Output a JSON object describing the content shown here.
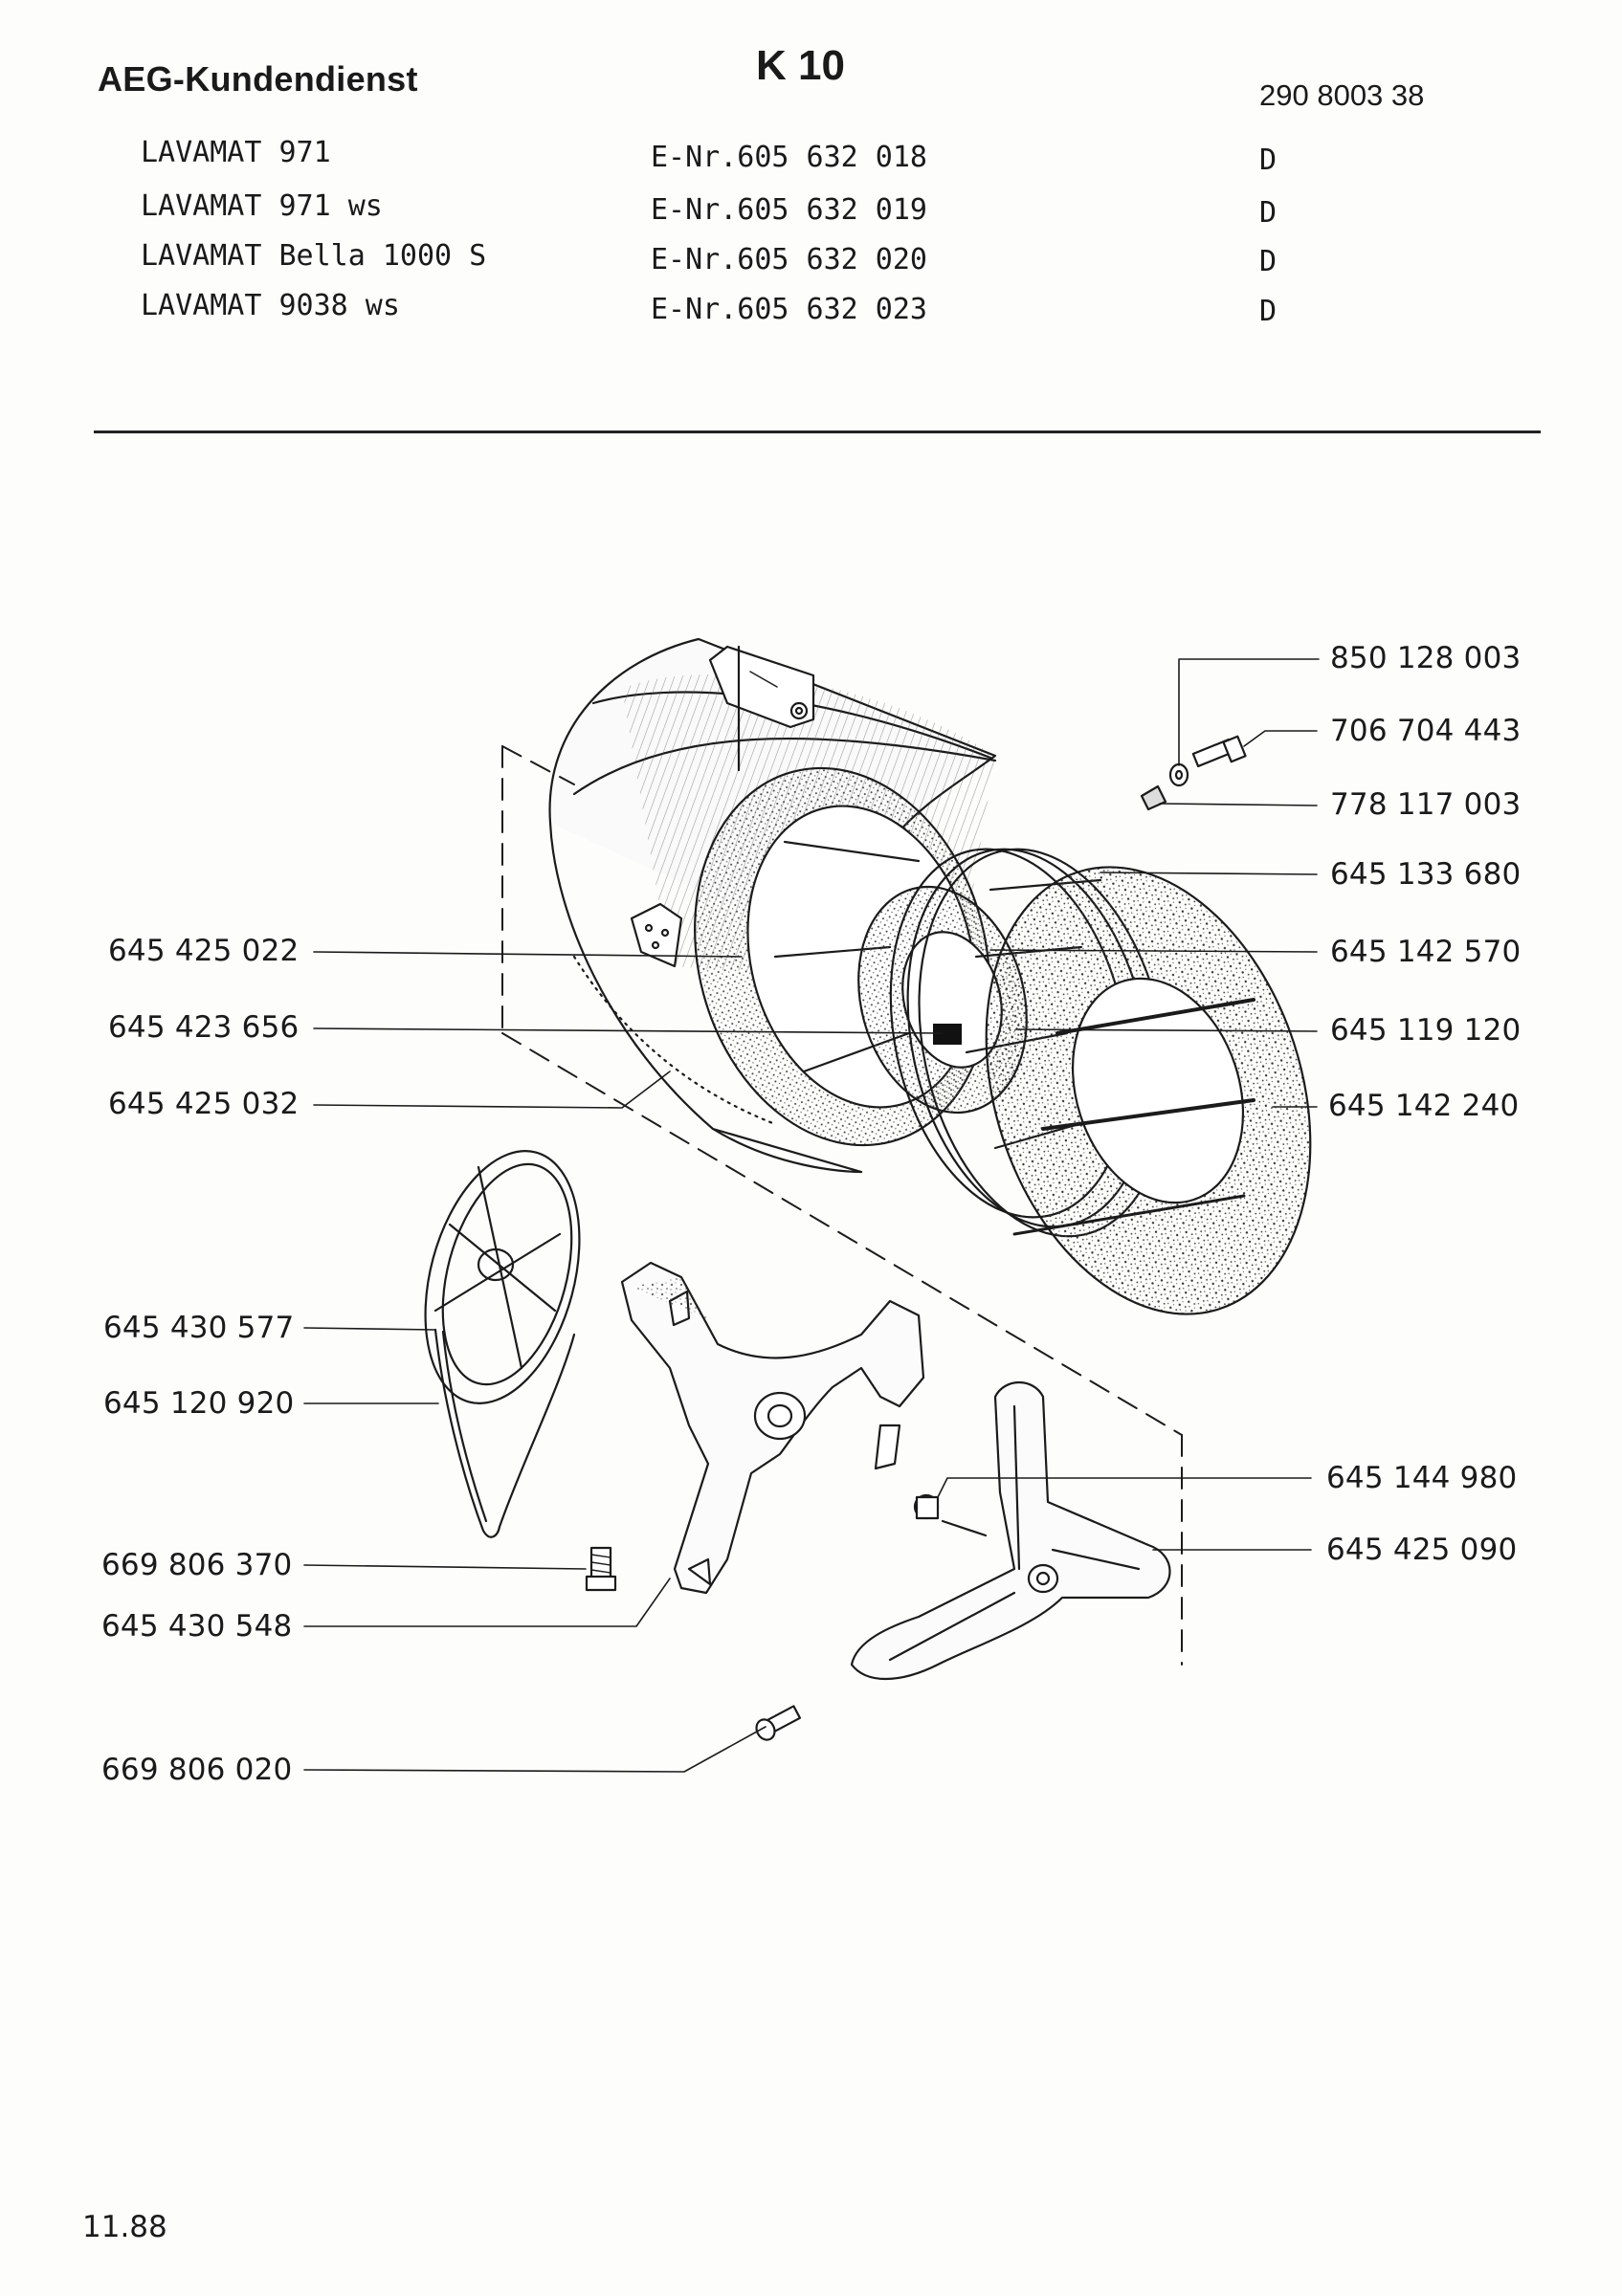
{
  "header": {
    "brand": "AEG-Kundendienst",
    "sheet": "K 10",
    "doc_number": "290 8003 38"
  },
  "models": [
    {
      "name": "LAVAMAT 971",
      "enr": "E-Nr.605 632 018",
      "code": "D"
    },
    {
      "name": "LAVAMAT 971 ws",
      "enr": "E-Nr.605 632 019",
      "code": "D"
    },
    {
      "name": "LAVAMAT Bella 1000 S",
      "enr": "E-Nr.605 632 020",
      "code": "D"
    },
    {
      "name": "LAVAMAT 9038 ws",
      "enr": "E-Nr.605 632 023",
      "code": "D"
    }
  ],
  "parts": {
    "p850128003": "850 128 003",
    "p706704443": "706 704 443",
    "p778117003": "778 117 003",
    "p645133680": "645 133 680",
    "p645142570": "645 142 570",
    "p645119120": "645 119 120",
    "p645142240": "645 142 240",
    "p645425022": "645 425 022",
    "p645423656": "645 423 656",
    "p645425032": "645 425 032",
    "p645430577": "645 430 577",
    "p645120920": "645 120 920",
    "p645144980": "645 144 980",
    "p645425090": "645 425 090",
    "p669806370": "669 806 370",
    "p645430548": "645 430 548",
    "p669806020": "669 806 020"
  },
  "footer": {
    "date": "11.88"
  }
}
